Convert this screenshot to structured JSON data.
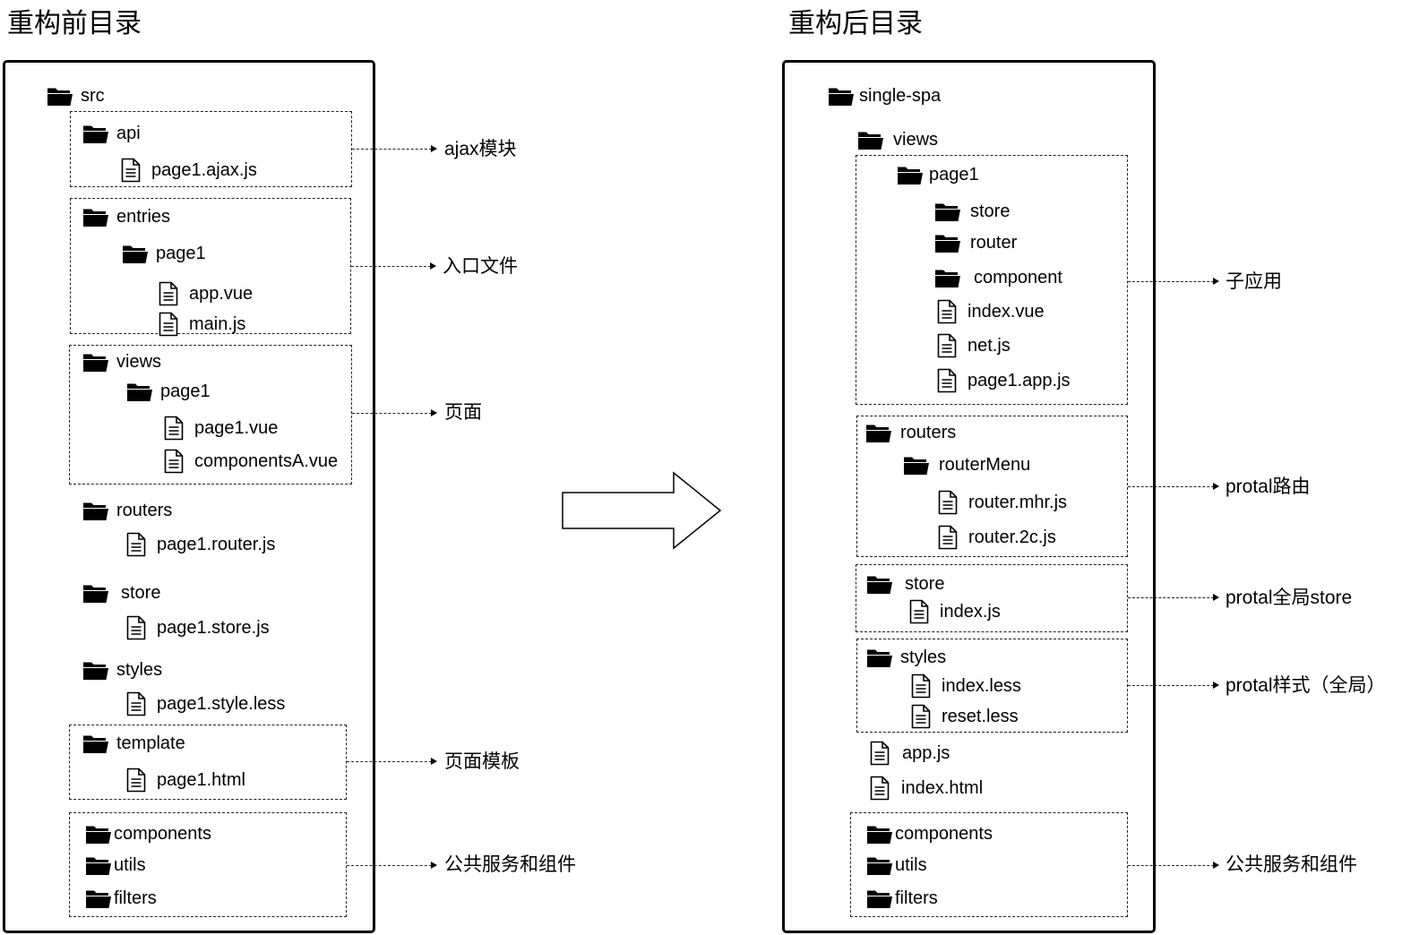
{
  "titles": {
    "before": "重构前目录",
    "after": "重构后目录"
  },
  "before": {
    "root": "src",
    "api": "api",
    "api_file": "page1.ajax.js",
    "entries": "entries",
    "entries_page": "page1",
    "entries_app": "app.vue",
    "entries_main": "main.js",
    "views": "views",
    "views_page": "page1",
    "views_vue": "page1.vue",
    "views_comp": "componentsA.vue",
    "routers": "routers",
    "routers_file": "page1.router.js",
    "store": "store",
    "store_file": "page1.store.js",
    "styles": "styles",
    "styles_file": "page1.style.less",
    "template": "template",
    "template_file": "page1.html",
    "components": "components",
    "utils": "utils",
    "filters": "filters"
  },
  "after": {
    "root": "single-spa",
    "views": "views",
    "page1": "page1",
    "store": "store",
    "router": "router",
    "component": "component",
    "index_vue": "index.vue",
    "net_js": "net.js",
    "page1_app": "page1.app.js",
    "routers": "routers",
    "router_menu": "routerMenu",
    "router_mhr": "router.mhr.js",
    "router_2c": "router.2c.js",
    "gstore": "store",
    "gstore_index": "index.js",
    "styles": "styles",
    "styles_index": "index.less",
    "styles_reset": "reset.less",
    "app_js": "app.js",
    "index_html": "index.html",
    "components": "components",
    "utils": "utils",
    "filters": "filters"
  },
  "annotations": {
    "before_ajax": "ajax模块",
    "before_entry": "入口文件",
    "before_page": "页面",
    "before_template": "页面模板",
    "before_shared": "公共服务和组件",
    "after_subapp": "子应用",
    "after_routing": "protal路由",
    "after_store": "protal全局store",
    "after_style": "protal样式（全局）",
    "after_shared": "公共服务和组件"
  },
  "icons": {
    "folder": "folder-icon",
    "file": "file-icon"
  }
}
